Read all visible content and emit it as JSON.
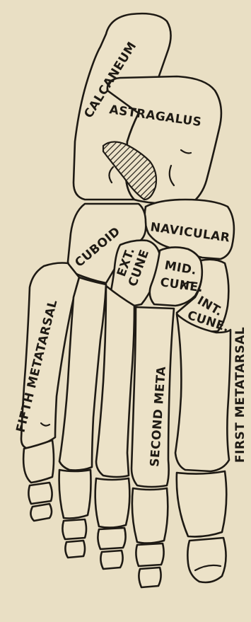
{
  "labels": {
    "calcaneum": "CALCANEUM",
    "astragalus": "ASTRAGALUS",
    "navicular": "NAVICULAR",
    "cuboid": "CUBOID",
    "ext_cune_1": "EXT.",
    "ext_cune_2": "CUNE",
    "mid_cune_1": "MID.",
    "mid_cune_2": "CUNE.",
    "int_cune_1": "INT.",
    "int_cune_2": "CUNE.",
    "fifth_metatarsal": "FIFTH METATARSAL",
    "second_meta": "SECOND META",
    "first_metatarsal": "FIRST METATARSAL"
  },
  "colors": {
    "paper": "#e9dfc4",
    "bone": "#ece2c8",
    "ink": "#1e1a14"
  }
}
